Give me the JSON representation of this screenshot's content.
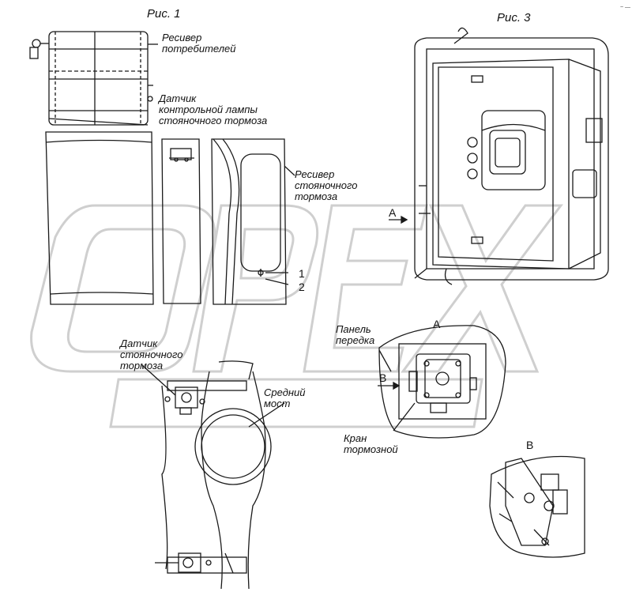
{
  "figures": {
    "fig1": "Рис. 1",
    "fig3": "Рис. 3"
  },
  "labels": {
    "receiver_consumers": "Ресивер\nпотребителей",
    "lamp_sensor": "Датчик\nконтрольной лампы\nстояночного тормоза",
    "receiver_parking": "Ресивер\nстояночного\nтормоза",
    "callout_1": "1",
    "callout_2": "2",
    "parking_sensor": "Датчик\nстояночного\nтормоза",
    "middle_axle": "Средний\nмост",
    "front_panel": "Панель\nпередка",
    "brake_valve": "Кран\nтормозной",
    "view_a_arrow": "А",
    "view_a_title": "А",
    "view_b_arrow": "В",
    "view_b_title": "В",
    "corner_mark": "~ —"
  },
  "watermark": {
    "text": "OPEX",
    "color": "#d0d0d0"
  },
  "colors": {
    "line": "#1a1a1a",
    "background": "#ffffff"
  }
}
